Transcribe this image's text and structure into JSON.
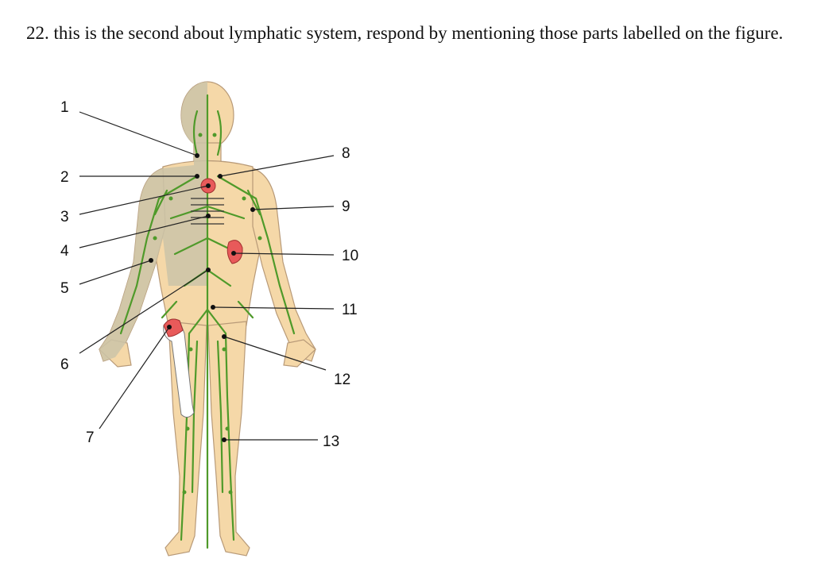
{
  "question": {
    "text": "22. this is the second about lymphatic system, respond by mentioning those parts labelled on the figure."
  },
  "figure": {
    "labels": [
      "1",
      "2",
      "3",
      "4",
      "5",
      "6",
      "7",
      "8",
      "9",
      "10",
      "11",
      "12",
      "13"
    ],
    "colors": {
      "skin": "#f5d8a8",
      "shaded_region": "#cbc4a8",
      "lymph_vessels": "#4f9a2a",
      "organs": "#e85a5a",
      "leader_lines": "#222222"
    }
  }
}
